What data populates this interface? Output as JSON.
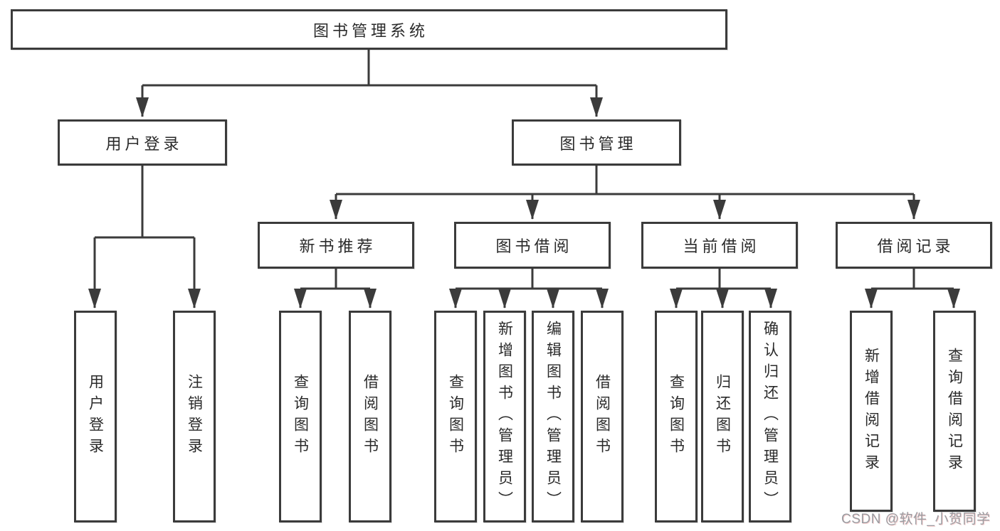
{
  "colors": {
    "line": "#3b3b3b",
    "text": "#2a2a2a",
    "watermark": "#9b9ca1",
    "background": "#ffffff"
  },
  "diagram": {
    "root": "图书管理系统",
    "user_login": "用户登录",
    "book_mgmt": "图书管理",
    "new_books": "新书推荐",
    "book_borrow": "图书借阅",
    "current_borrow": "当前借阅",
    "borrow_records": "借阅记录",
    "leaf_user_login": "用户登录",
    "leaf_logout": "注销登录",
    "nb_query": "查询图书",
    "nb_borrow": "借阅图书",
    "bb_query": "查询图书",
    "bb_add": "新增图书（管理员）",
    "bb_edit": "编辑图书（管理员）",
    "bb_borrow": "借阅图书",
    "cb_query": "查询图书",
    "cb_return": "归还图书",
    "cb_confirm": "确认归还（管理员）",
    "br_add": "新增借阅记录",
    "br_query": "查询借阅记录"
  },
  "watermark": "CSDN @软件_小贺同学"
}
